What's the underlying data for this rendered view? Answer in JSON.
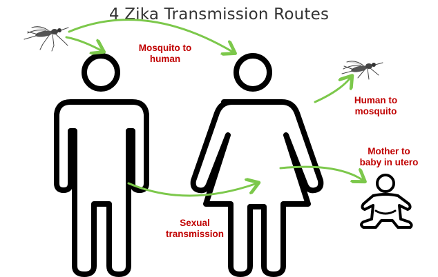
{
  "title": "4 Zika Transmission Routes",
  "routes": {
    "mosquito_to_human": {
      "line1": "Mosquito to",
      "line2": "human"
    },
    "human_to_mosquito": {
      "line1": "Human to",
      "line2": "mosquito"
    },
    "mother_to_baby": {
      "line1": "Mother to",
      "line2": "baby in utero"
    },
    "sexual": {
      "line1": "Sexual",
      "line2": "transmission"
    }
  },
  "colors": {
    "arrow": "#7cc84b",
    "label": "#c00000",
    "figure": "#000000",
    "title": "#333333"
  },
  "icons": [
    "mosquito-icon",
    "man-figure-icon",
    "woman-figure-icon",
    "baby-icon"
  ]
}
